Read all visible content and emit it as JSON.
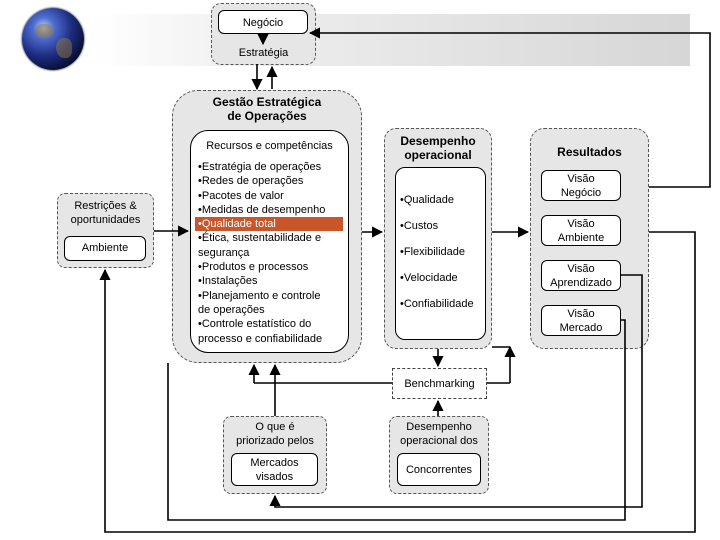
{
  "top": {
    "negocio": "Negócio",
    "estrategia": "Estratégia"
  },
  "gestao": {
    "title_line1": "Gestão Estratégica",
    "title_line2": "de Operações",
    "recursos": "Recursos e competências",
    "items": [
      "•Estratégia de operações",
      "•Redes de operações",
      "•Pacotes de valor",
      "•Medidas de desempenho",
      "•Qualidade total",
      "•Ética, sustentabilidade e",
      "segurança",
      "•Produtos e processos",
      "•Instalações",
      "•Planejamento e controle",
      "de operações",
      "•Controle estatístico do",
      "processo e confiabilidade"
    ]
  },
  "restricoes": {
    "line1": "Restrições &",
    "line2": "oportunidades",
    "ambiente": "Ambiente"
  },
  "desempenho": {
    "title_line1": "Desempenho",
    "title_line2": "operacional",
    "items": [
      "•Qualidade",
      "•Custos",
      "•Flexibilidade",
      "•Velocidade",
      "•Confiabilidade"
    ]
  },
  "resultados": {
    "title": "Resultados",
    "items": [
      {
        "line1": "Visão",
        "line2": "Negócio"
      },
      {
        "line1": "Visão",
        "line2": "Ambiente"
      },
      {
        "line1": "Visão",
        "line2": "Aprendizado"
      },
      {
        "line1": "Visão",
        "line2": "Mercado"
      }
    ]
  },
  "benchmarking": "Benchmarking",
  "priorizado": {
    "line1": "O que é",
    "line2": "priorizado pelos",
    "mercados_line1": "Mercados",
    "mercados_line2": "visados"
  },
  "concorrentes": {
    "line1": "Desempenho",
    "line2": "operacional dos",
    "concorrentes": "Concorrentes"
  },
  "colors": {
    "highlight": "#c8562a",
    "panel_gray": "#e6e6e6"
  }
}
